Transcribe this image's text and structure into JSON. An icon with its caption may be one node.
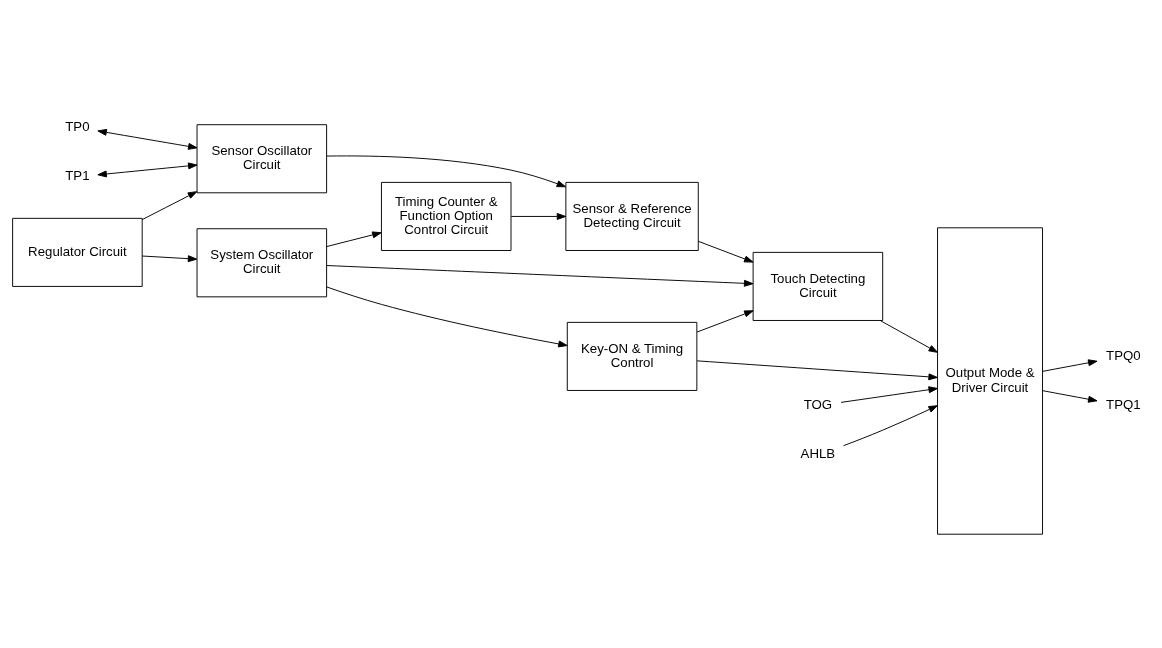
{
  "diagram": {
    "nodes": [
      {
        "text": [
          "TP0"
        ]
      },
      {
        "text": [
          "TP1"
        ]
      },
      {
        "text": [
          "Sensor Oscillator Circuit"
        ]
      },
      {
        "text": [
          "Sensor & Reference Detecting Circuit"
        ]
      },
      {
        "text": [
          "Output Mode & Driver Circuit"
        ]
      },
      {
        "text": [
          "TPQ0"
        ]
      },
      {
        "text": [
          "TPQ1"
        ]
      },
      {
        "text": [
          "Timing Counter & Function Option Control Circuit"
        ]
      },
      {
        "text": [
          "Touch Detecting Circuit"
        ]
      },
      {
        "text": [
          "System Oscillator Circuit"
        ]
      },
      {
        "text": [
          "Regulator Circuit"
        ]
      },
      {
        "text": [
          "Key-ON & Timing Control"
        ]
      },
      {
        "text": [
          "TOG"
        ]
      },
      {
        "text": [
          "AHLB"
        ]
      }
    ],
    "edges": [
      {
        "from": 0,
        "to": 2,
        "arrow": "both"
      },
      {
        "from": 1,
        "to": 2,
        "arrow": "both"
      },
      {
        "from": 2,
        "to": 3,
        "arrow": "to"
      },
      {
        "from": 7,
        "to": 3,
        "arrow": "to"
      },
      {
        "from": 3,
        "to": 8,
        "arrow": "to"
      },
      {
        "from": 8,
        "to": 4,
        "arrow": "to"
      },
      {
        "from": 11,
        "to": 4,
        "arrow": "to"
      },
      {
        "from": 11,
        "to": 8,
        "arrow": "to"
      },
      {
        "from": 9,
        "to": 7,
        "arrow": "to"
      },
      {
        "from": 9,
        "to": 8,
        "arrow": "to"
      },
      {
        "from": 9,
        "to": 11,
        "arrow": "to"
      },
      {
        "from": 10,
        "to": 2,
        "arrow": "to"
      },
      {
        "from": 10,
        "to": 9,
        "arrow": "to"
      },
      {
        "from": 4,
        "to": 5,
        "arrow": "to"
      },
      {
        "from": 4,
        "to": 6,
        "arrow": "to"
      },
      {
        "from": 12,
        "to": 4,
        "arrow": "to"
      },
      {
        "from": 13,
        "to": 4,
        "arrow": "to"
      }
    ]
  }
}
